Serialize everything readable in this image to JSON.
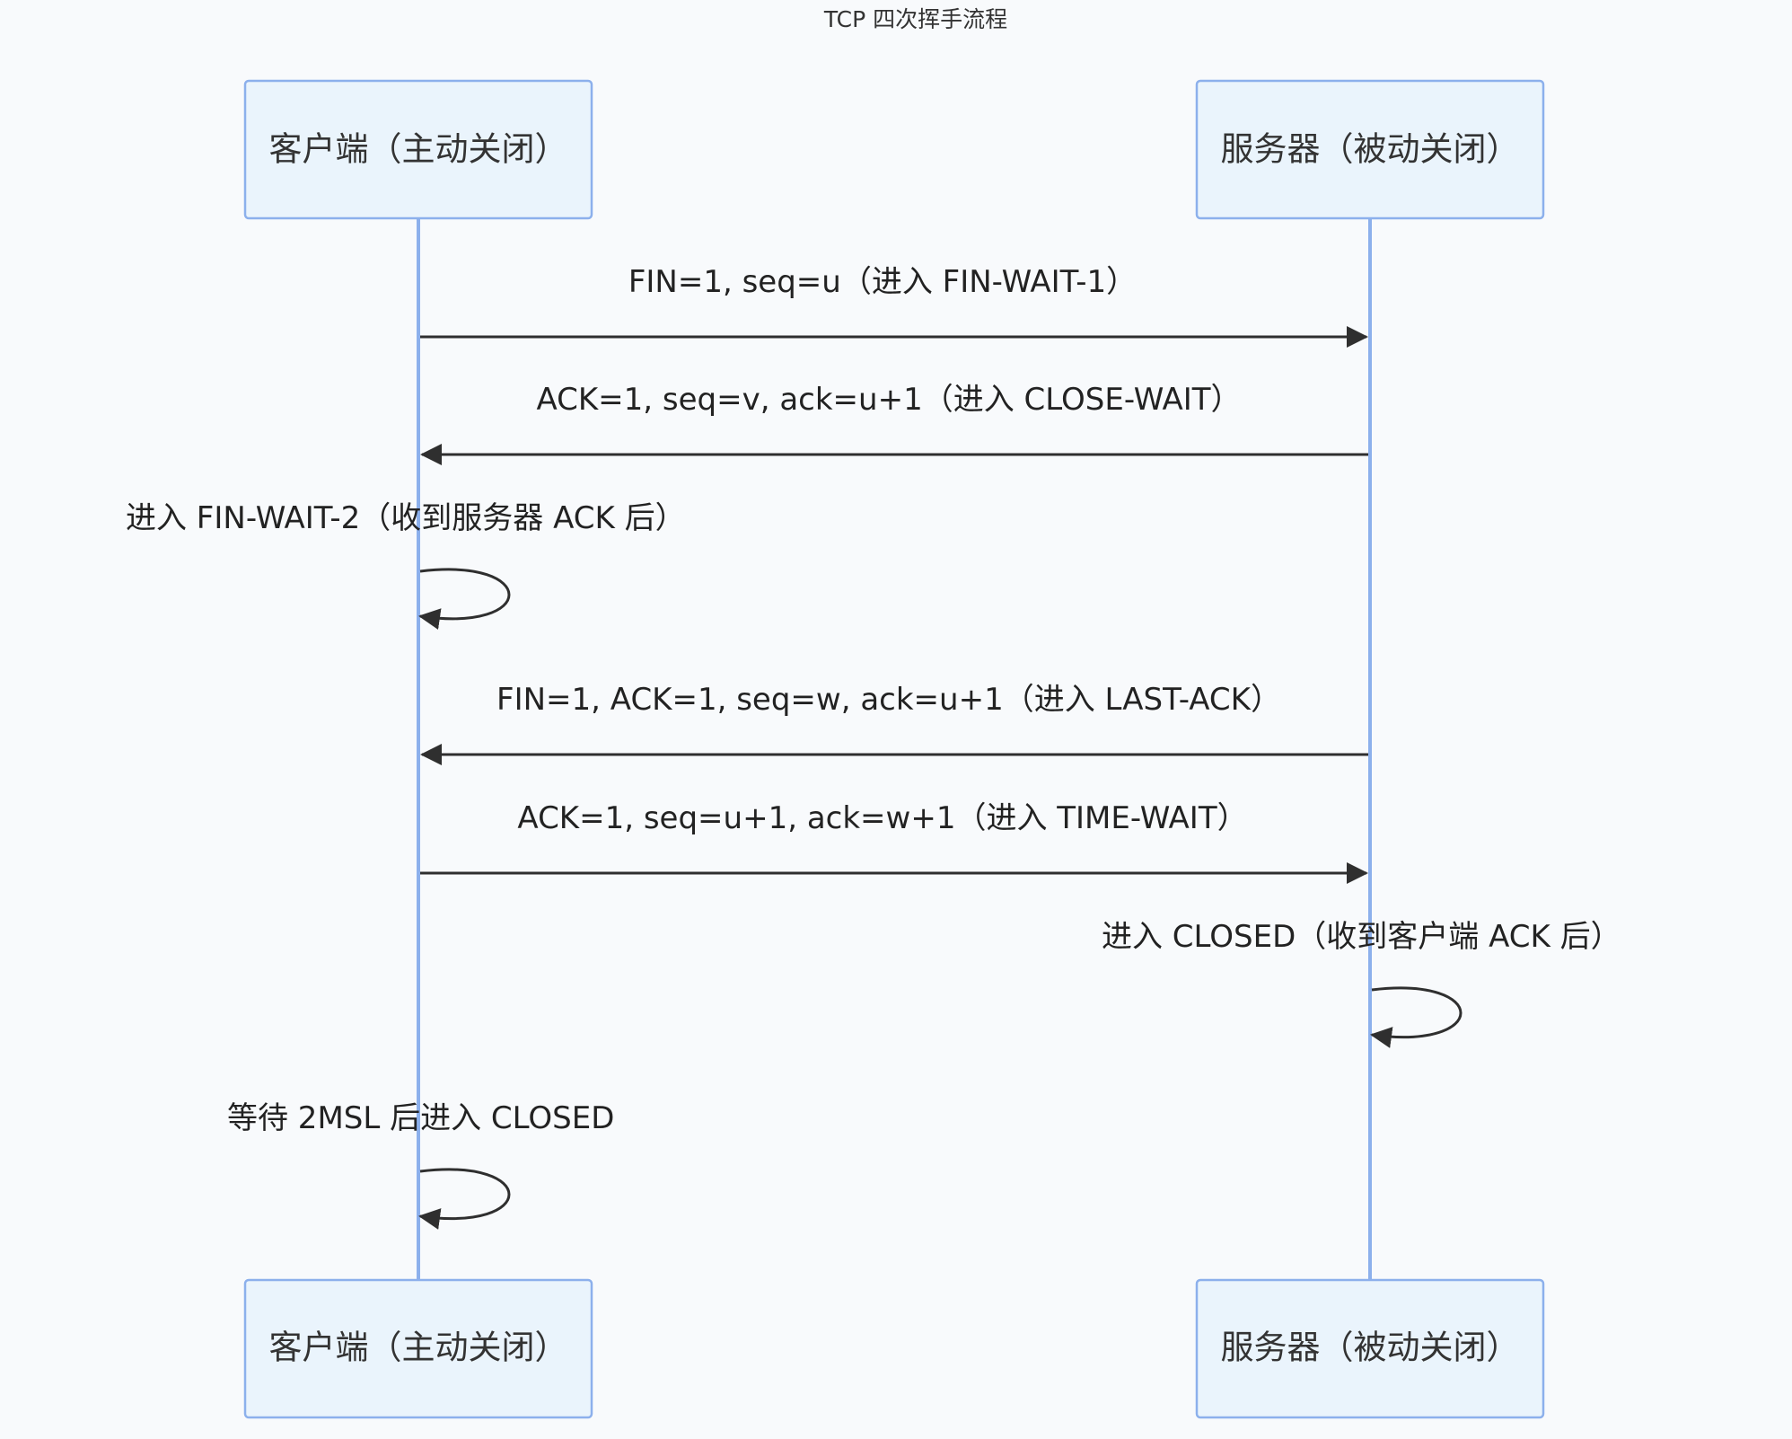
{
  "title": "TCP 四次挥手流程",
  "participants": {
    "client": {
      "label": "客户端（主动关闭）"
    },
    "server": {
      "label": "服务器（被动关闭）"
    }
  },
  "messages": [
    {
      "from": "client",
      "to": "server",
      "label": "FIN=1, seq=u（进入 FIN-WAIT-1）"
    },
    {
      "from": "server",
      "to": "client",
      "label": "ACK=1, seq=v, ack=u+1（进入 CLOSE-WAIT）"
    },
    {
      "from": "client",
      "to": "client",
      "label": "进入 FIN-WAIT-2（收到服务器 ACK 后）"
    },
    {
      "from": "server",
      "to": "client",
      "label": "FIN=1, ACK=1, seq=w, ack=u+1（进入 LAST-ACK）"
    },
    {
      "from": "client",
      "to": "server",
      "label": "ACK=1, seq=u+1, ack=w+1（进入 TIME-WAIT）"
    },
    {
      "from": "server",
      "to": "server",
      "label": "进入 CLOSED（收到客户端 ACK 后）"
    },
    {
      "from": "client",
      "to": "client",
      "label": "等待 2MSL 后进入 CLOSED"
    }
  ]
}
